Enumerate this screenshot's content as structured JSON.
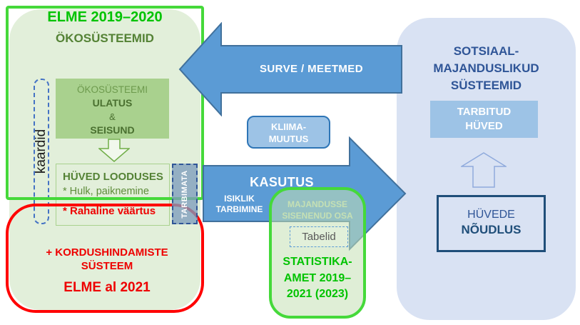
{
  "palette": {
    "lime": "#45D93A",
    "bright-green": "#00C300",
    "olive": "#548235",
    "olive-light": "#6D9A4D",
    "olive-dark": "#4A7030",
    "medium-green": "#A9D18E",
    "light-green": "#E2EFDA",
    "leaf-green": "#5E8C3A",
    "red-line": "#FF0000",
    "red-text": "#EE0000",
    "arrow-blue": "#5B9BD5",
    "arrow-border": "#41719C",
    "light-blue-box": "#9DC3E6",
    "kliima-border": "#2E75B6",
    "panel-blue": "#D9E2F3",
    "dark-blue": "#2F5597",
    "navy": "#1F4E79",
    "dash-blue": "#4472C4",
    "tarbimata-fill": "rgba(126,156,188,0.78)",
    "stat-fill": "rgba(197,224,180,0.55)",
    "up-arrow-stroke": "#8FAADC",
    "pale-green": "#C5E0B4",
    "grey-text": "#595959"
  },
  "left_panel": {
    "title": "ELME 2019–2020",
    "subtitle": "ÖKOSÜSTEEMID",
    "kaardid_label": "kaardid",
    "extent_box": {
      "line1": "ÖKOSÜSTEEMI",
      "line2": "ULATUS",
      "line3": "&",
      "line4": "SEISUND"
    },
    "benefits_box": {
      "title": "HÜVED LOODUSES",
      "item1": "* Hulk, paiknemine",
      "item2": "* Rahaline väärtus"
    },
    "tarbimata_label": "TARBIMATA",
    "reassessment": {
      "line1": "+ KORDUSHINDAMISTE\nSÜSTEEM",
      "line2": "ELME al 2021"
    }
  },
  "arrows": {
    "surve_label": "SURVE / MEETMED",
    "kasutus_label": "KASUTUS",
    "isiklik_label": "ISIKLIK\nTARBIMINE",
    "kliima_label": "KLIIMA-\nMUUTUS"
  },
  "statistika": {
    "majandusse_label": "MAJANDUSSE\nSISENENUD OSA",
    "tabelid_label": "Tabelid",
    "title": "STATISTIKA-\nAMET 2019–\n2021 (2023)"
  },
  "right_panel": {
    "title": "SOTSIAAL-\nMAJANDUSLIKUD\nSÜSTEEMID",
    "consumed_box": "TARBITUD\nHÜVED",
    "demand_box": {
      "line1": "HÜVEDE",
      "line2": "NÕUDLUS"
    }
  }
}
